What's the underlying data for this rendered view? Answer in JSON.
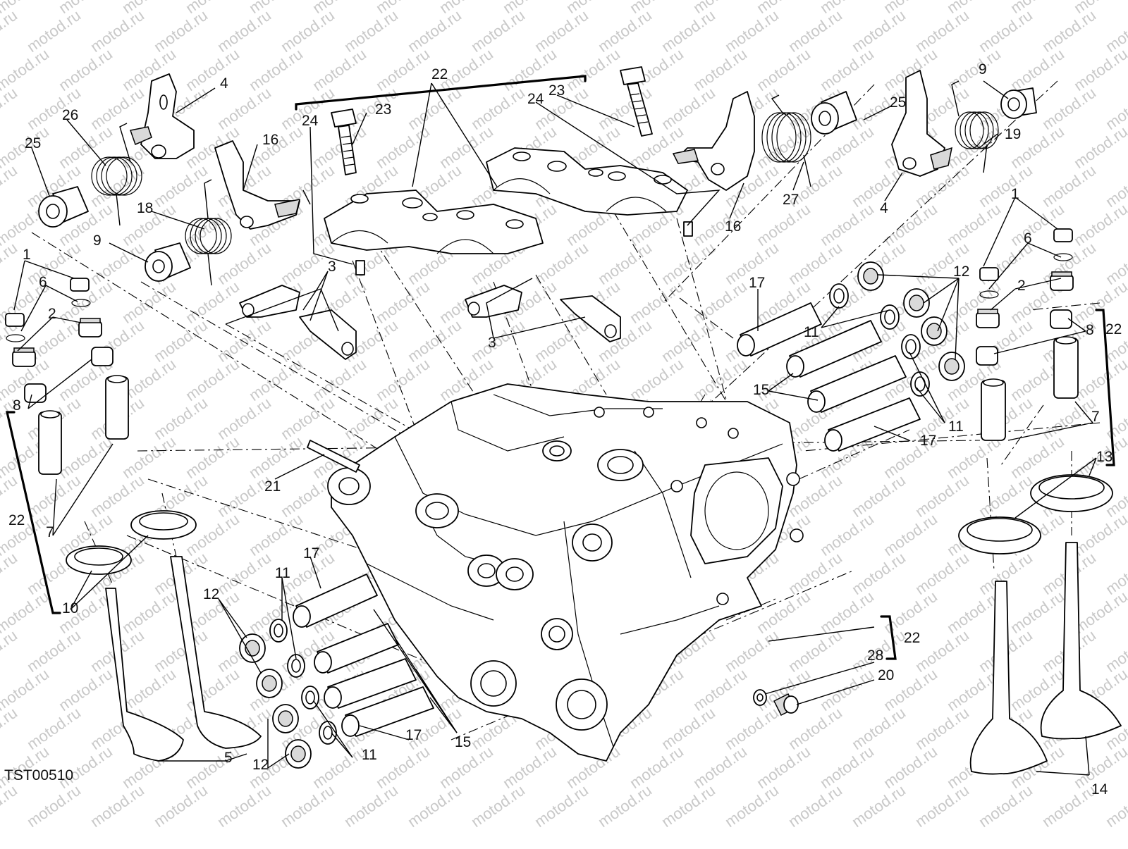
{
  "diagram": {
    "drawing_code": "TST00510",
    "watermark": "motod.ru",
    "callouts": [
      {
        "id": "c22-top",
        "text": "22"
      },
      {
        "id": "c23-left",
        "text": "23"
      },
      {
        "id": "c24-left",
        "text": "24"
      },
      {
        "id": "c23-right",
        "text": "23"
      },
      {
        "id": "c24-right",
        "text": "24"
      },
      {
        "id": "c4-left",
        "text": "4"
      },
      {
        "id": "c26",
        "text": "26"
      },
      {
        "id": "c25-left",
        "text": "25"
      },
      {
        "id": "c16-left",
        "text": "16"
      },
      {
        "id": "c18",
        "text": "18"
      },
      {
        "id": "c9-left",
        "text": "9"
      },
      {
        "id": "c3-left",
        "text": "3"
      },
      {
        "id": "c3-right",
        "text": "3"
      },
      {
        "id": "c1-left",
        "text": "1"
      },
      {
        "id": "c6-left",
        "text": "6"
      },
      {
        "id": "c2-left",
        "text": "2"
      },
      {
        "id": "c8-left",
        "text": "8"
      },
      {
        "id": "c22-left",
        "text": "22"
      },
      {
        "id": "c7-left",
        "text": "7"
      },
      {
        "id": "c10",
        "text": "10"
      },
      {
        "id": "c21",
        "text": "21"
      },
      {
        "id": "c12-lefttop",
        "text": "12"
      },
      {
        "id": "c11-lefttop",
        "text": "11"
      },
      {
        "id": "c17-lefttop",
        "text": "17"
      },
      {
        "id": "c5",
        "text": "5"
      },
      {
        "id": "c12-leftbot",
        "text": "12"
      },
      {
        "id": "c11-leftbot",
        "text": "11"
      },
      {
        "id": "c17-leftbot",
        "text": "17"
      },
      {
        "id": "c15-bottom",
        "text": "15"
      },
      {
        "id": "c25-right",
        "text": "25"
      },
      {
        "id": "c27",
        "text": "27"
      },
      {
        "id": "c16-right",
        "text": "16"
      },
      {
        "id": "c9-right",
        "text": "9"
      },
      {
        "id": "c19",
        "text": "19"
      },
      {
        "id": "c4-right",
        "text": "4"
      },
      {
        "id": "c17-righttop",
        "text": "17"
      },
      {
        "id": "c12-right",
        "text": "12"
      },
      {
        "id": "c11-righttop",
        "text": "11"
      },
      {
        "id": "c15-right",
        "text": "15"
      },
      {
        "id": "c11-rightbot",
        "text": "11"
      },
      {
        "id": "c17-rightbot",
        "text": "17"
      },
      {
        "id": "c1-right",
        "text": "1"
      },
      {
        "id": "c6-right",
        "text": "6"
      },
      {
        "id": "c2-right",
        "text": "2"
      },
      {
        "id": "c8-right",
        "text": "8"
      },
      {
        "id": "c22-right",
        "text": "22"
      },
      {
        "id": "c7-right",
        "text": "7"
      },
      {
        "id": "c13",
        "text": "13"
      },
      {
        "id": "c14",
        "text": "14"
      },
      {
        "id": "c22-lowright",
        "text": "22"
      },
      {
        "id": "c28",
        "text": "28"
      },
      {
        "id": "c20",
        "text": "20"
      }
    ]
  }
}
